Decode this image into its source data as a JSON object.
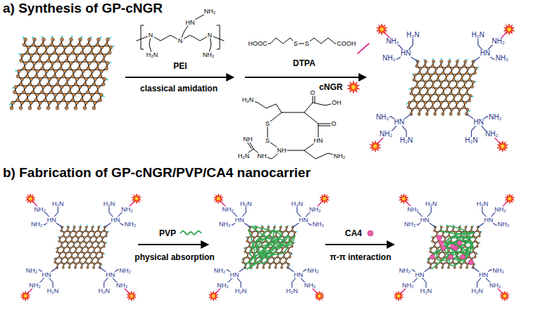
{
  "diagram": {
    "labels": [
      "a) Synthesis of GP-cNGR",
      "N",
      "N",
      "N",
      "HN",
      "NH₂",
      "H₂N",
      "NH₂",
      "PEI",
      "classical amidation",
      "HOOC",
      "S",
      "S",
      "COOH",
      "DTPA",
      "cNGR",
      "H₂N",
      "O",
      "OH",
      "S",
      "S",
      "O",
      "HN",
      "NH₂",
      "NH",
      "NH",
      "H₂N",
      "NH",
      "HN",
      "NH₂",
      "H₂N",
      "NH₂",
      "HN",
      "NH₂",
      "H₂N",
      "NH₂",
      "HN",
      "NH₂",
      "H₂N",
      "NH₂",
      "HN",
      "NH₂",
      "H₂N",
      "NH₂",
      "b) Fabrication of GP-cNGR/PVP/CA4 nanocarrier",
      "HN",
      "NH₂",
      "H₂N",
      "NH₂",
      "HN",
      "NH₂",
      "H₂N",
      "NH₂",
      "HN",
      "NH₂",
      "H₂N",
      "NH₂",
      "HN",
      "NH₂",
      "H₂N",
      "NH₂",
      "PVP",
      "physical absorption",
      "HN",
      "NH₂",
      "H₂N",
      "NH₂",
      "HN",
      "NH₂",
      "H₂N",
      "NH₂",
      "HN",
      "NH₂",
      "H₂N",
      "NH₂",
      "HN",
      "NH₂",
      "H₂N",
      "NH₂",
      "CA4",
      "π-π interaction",
      "HN",
      "NH₂",
      "H₂N",
      "NH₂",
      "HN",
      "NH₂",
      "H₂N",
      "NH₂",
      "HN",
      "NH₂",
      "H₂N",
      "NH₂",
      "HN",
      "NH₂",
      "H₂N",
      "NH₂"
    ]
  }
}
